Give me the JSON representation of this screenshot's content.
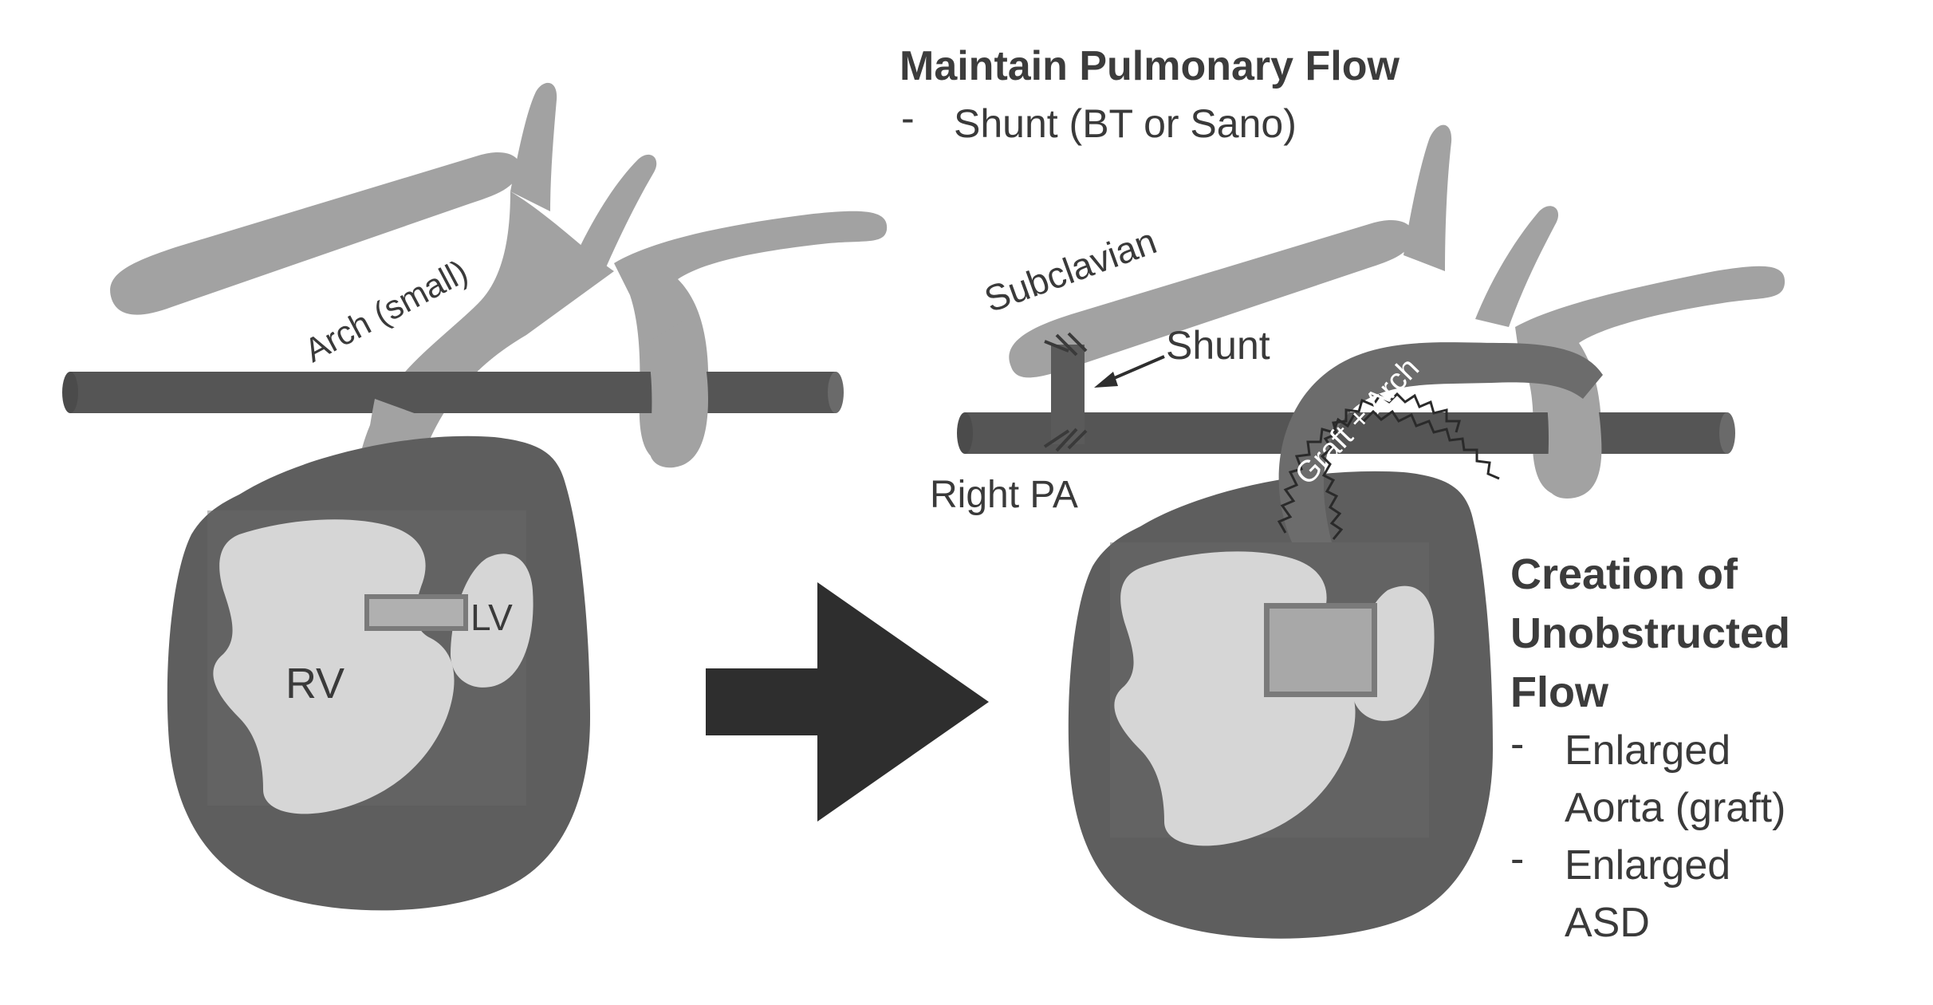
{
  "colors": {
    "background": "#ffffff",
    "heart_outer": "#5e5e5e",
    "heart_inner_shade": "#6a6a6a",
    "chamber_fill": "#d6d6d6",
    "vessel_light": "#a2a2a2",
    "pulmonary_artery": "#555555",
    "arrow": "#2e2e2e",
    "septal_defect": "#9a9a9a"
  },
  "left_diagram": {
    "arch_label": "Arch (small)",
    "rv_label": "RV",
    "lv_label": "LV"
  },
  "right_diagram": {
    "header_title": "Maintain Pulmonary Flow",
    "header_bullet_dash": "-",
    "header_bullet": "Shunt (BT or Sano)",
    "subclavian_label": "Subclavian",
    "shunt_label": "Shunt",
    "right_pa_label": "Right PA",
    "graft_label": "Graft + Arch",
    "creation_title_lines": [
      "Creation of",
      "Unobstructed",
      "Flow"
    ],
    "bullets": [
      {
        "dash": "-",
        "lines": [
          "Enlarged",
          "Aorta (graft)"
        ]
      },
      {
        "dash": "-",
        "lines": [
          "Enlarged",
          "ASD"
        ]
      }
    ]
  },
  "transition_arrow_icon": "right-arrow-icon"
}
